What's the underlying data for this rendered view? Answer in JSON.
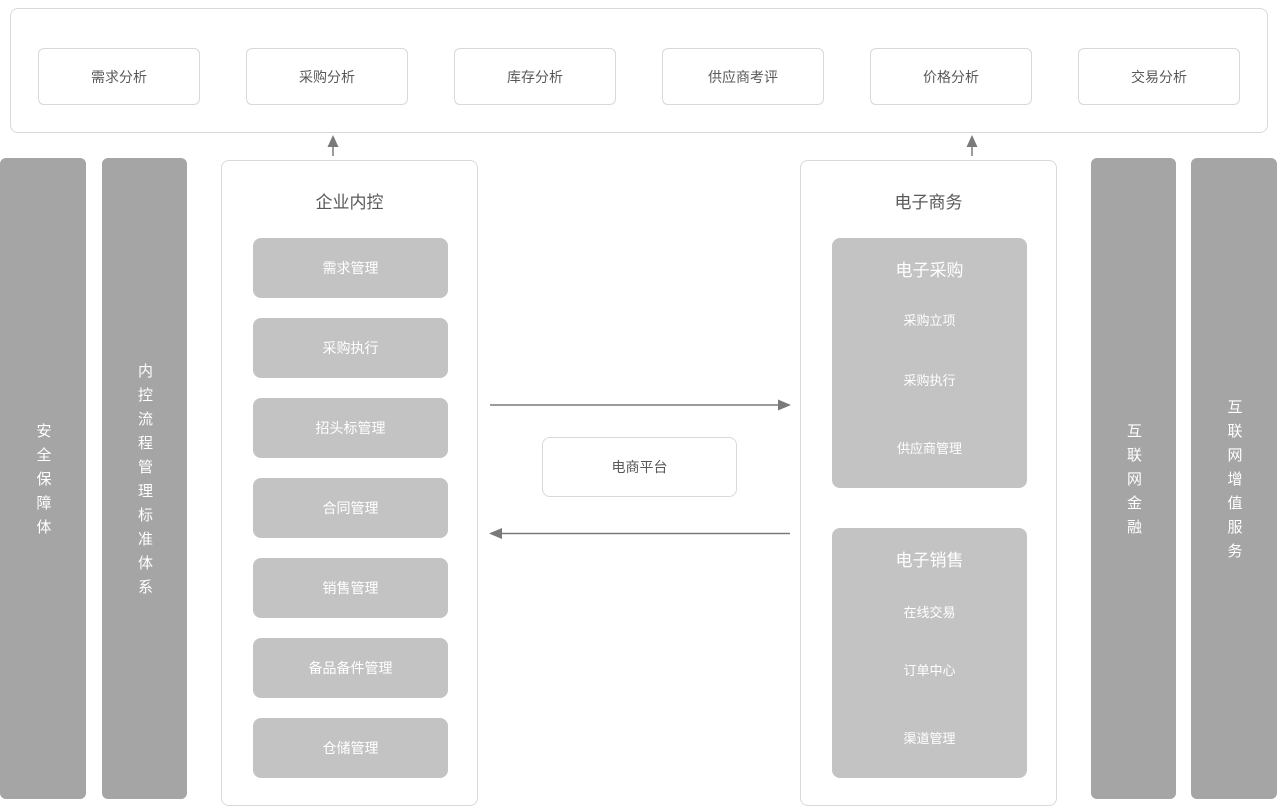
{
  "colors": {
    "background": "#ffffff",
    "bar_gray": "#a5a5a5",
    "card_gray": "#c3c3c3",
    "border_gray": "#d9d9d9",
    "text_dark": "#595959",
    "text_light": "#ffffff",
    "arrow_gray": "#7a7a7a"
  },
  "top_panel": {
    "cards": [
      {
        "label": "需求分析"
      },
      {
        "label": "采购分析"
      },
      {
        "label": "库存分析"
      },
      {
        "label": "供应商考评"
      },
      {
        "label": "价格分析"
      },
      {
        "label": "交易分析"
      }
    ]
  },
  "left_bars": [
    {
      "label": "安全保障体"
    },
    {
      "label": "内控流程管理标准体系"
    }
  ],
  "right_bars": [
    {
      "label": "互联网金融"
    },
    {
      "label": "互联网增值服务"
    }
  ],
  "internal_control": {
    "title": "企业内控",
    "items": [
      "需求管理",
      "采购执行",
      "招头标管理",
      "合同管理",
      "销售管理",
      "备品备件管理",
      "仓储管理"
    ]
  },
  "platform": {
    "label": "电商平台"
  },
  "ecommerce": {
    "title": "电子商务",
    "groups": [
      {
        "title": "电子采购",
        "items": [
          "采购立项",
          "采购执行",
          "供应商管理"
        ]
      },
      {
        "title": "电子销售",
        "items": [
          "在线交易",
          "订单中心",
          "渠道管理"
        ]
      }
    ]
  }
}
